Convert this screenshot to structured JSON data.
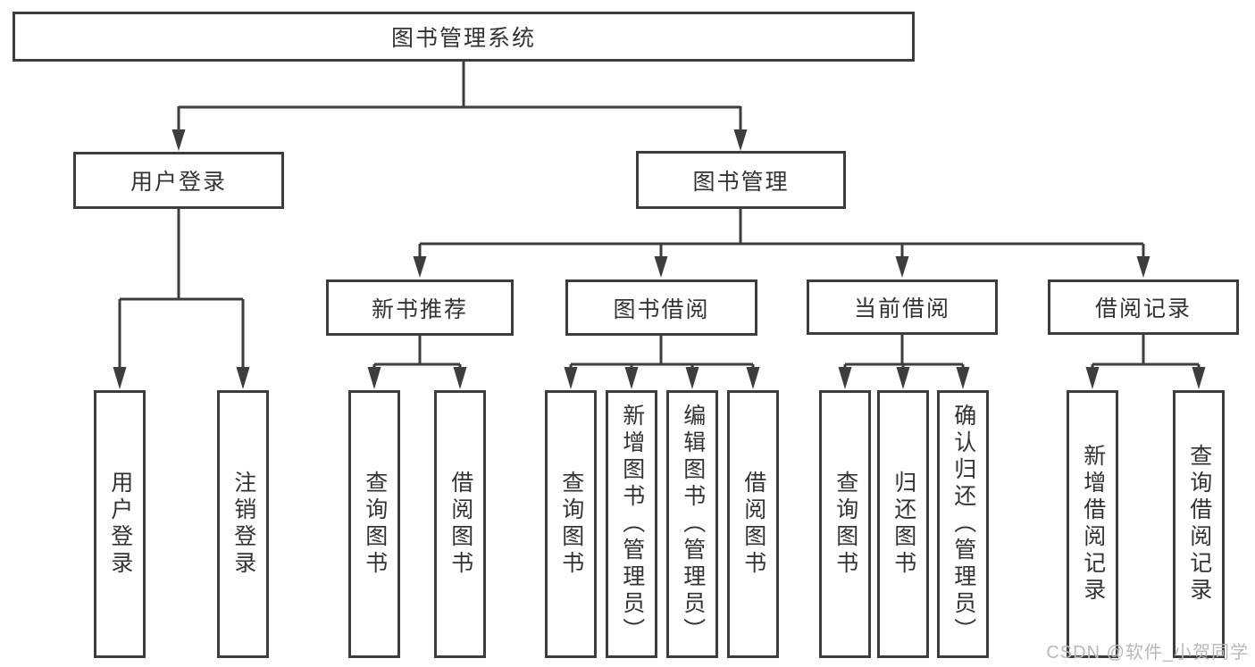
{
  "diagram": {
    "root": "图书管理系统",
    "level2": [
      {
        "label": "用户登录",
        "children": [
          "用户登录",
          "注销登录"
        ]
      },
      {
        "label": "图书管理"
      }
    ],
    "level3": [
      {
        "label": "新书推荐",
        "children": [
          "查询图书",
          "借阅图书"
        ]
      },
      {
        "label": "图书借阅",
        "children": [
          "查询图书",
          "新增图书（管理员）",
          "编辑图书（管理员）",
          "借阅图书"
        ]
      },
      {
        "label": "当前借阅",
        "children": [
          "查询图书",
          "归还图书",
          "确认归还（管理员）"
        ]
      },
      {
        "label": "借阅记录",
        "children": [
          "新增借阅记录",
          "查询借阅记录"
        ]
      }
    ],
    "colors": {
      "line": "#3d3d3d",
      "text": "#333333",
      "watermark_text": "#b9b9b9",
      "background": "#ffffff"
    }
  },
  "watermark": "CSDN @软件_小贺同学"
}
